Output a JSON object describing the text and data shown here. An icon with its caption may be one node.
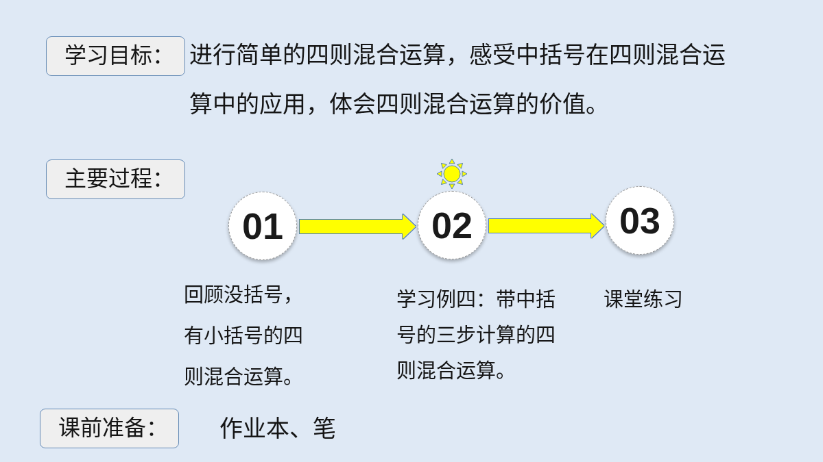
{
  "diagram": {
    "nodes": [
      {
        "text": [
          "学习目标："
        ],
        "beside": [
          "进行简单的四则混合运算，感受中括号在四则混合运算中的应用，体会四则混合运算的价值。"
        ]
      },
      {
        "text": [
          "主要过程："
        ]
      },
      {
        "text": [
          "01"
        ],
        "beside": [
          "回顾没括号，有小括号的四则混合运算。"
        ]
      },
      {
        "text": [
          "02"
        ],
        "beside": [
          "学习例四：带中括号的三步计算的四则混合运算。"
        ]
      },
      {
        "text": [
          "03"
        ],
        "beside": [
          "课堂练习"
        ]
      },
      {
        "text": [
          "课前准备："
        ],
        "beside": [
          "作业本、笔"
        ]
      }
    ],
    "edges": [
      {
        "from": 2,
        "to": 3,
        "arrow": "to"
      },
      {
        "from": 3,
        "to": 4,
        "arrow": "to"
      }
    ]
  }
}
